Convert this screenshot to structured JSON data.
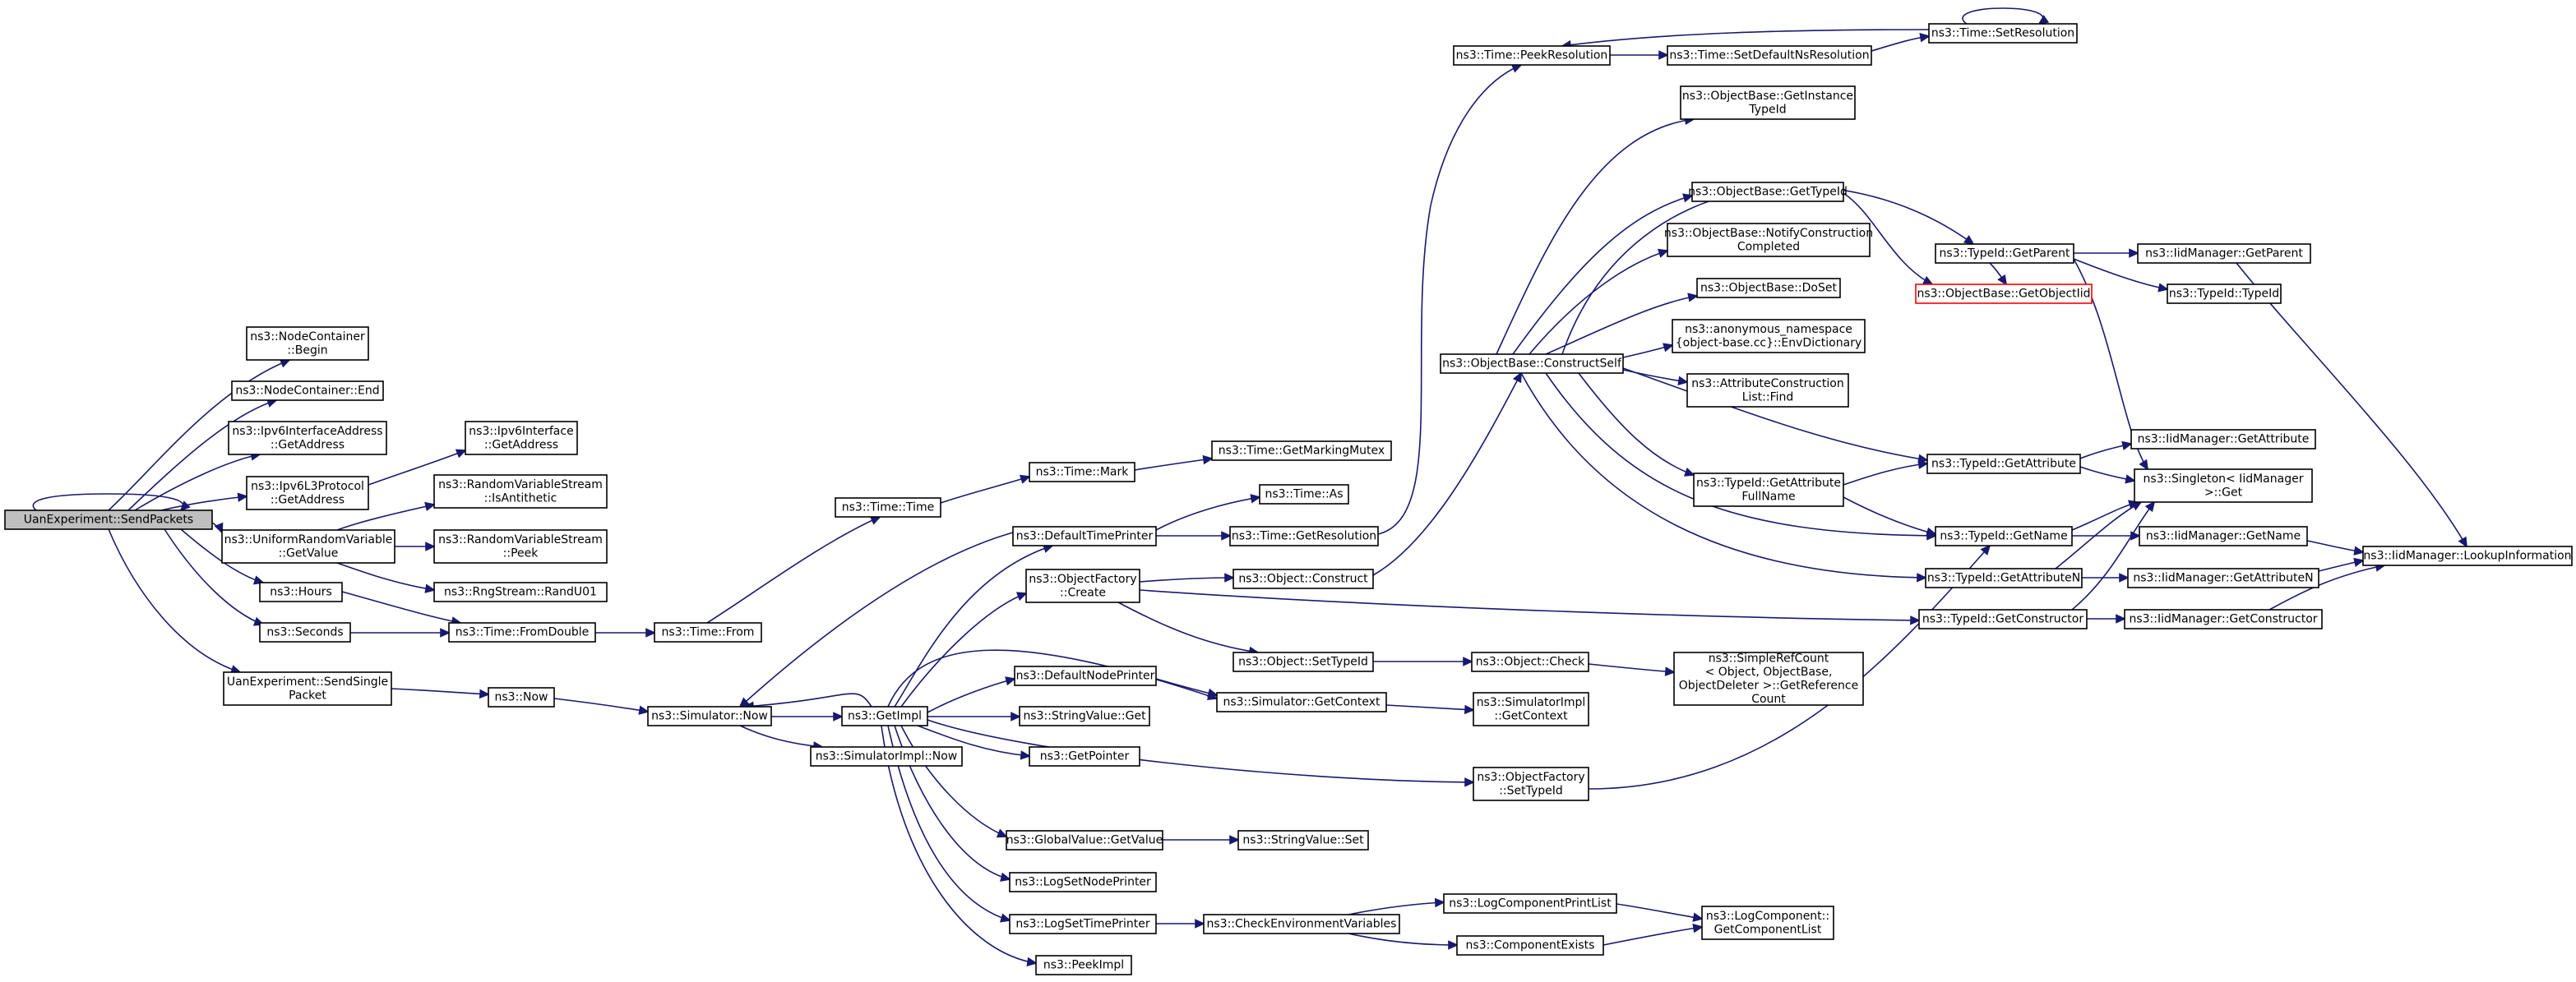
{
  "colors": {
    "edge": "#191970",
    "root_fill": "#bfbfbf",
    "missing_doc_border": "#ff0000",
    "node_border": "#000000"
  },
  "nodes": [
    {
      "id": "n0",
      "lines": [
        "UanExperiment::SendPackets"
      ],
      "root": true
    },
    {
      "id": "n1",
      "lines": [
        "ns3::NodeContainer",
        "::Begin"
      ]
    },
    {
      "id": "n2",
      "lines": [
        "ns3::NodeContainer::End"
      ]
    },
    {
      "id": "n3",
      "lines": [
        "ns3::Ipv6InterfaceAddress",
        "::GetAddress"
      ]
    },
    {
      "id": "n4",
      "lines": [
        "ns3::Ipv6L3Protocol",
        "::GetAddress"
      ]
    },
    {
      "id": "n5",
      "lines": [
        "ns3::Ipv6Interface",
        "::GetAddress"
      ]
    },
    {
      "id": "n6",
      "lines": [
        "ns3::UniformRandomVariable",
        "::GetValue"
      ]
    },
    {
      "id": "n7",
      "lines": [
        "ns3::RandomVariableStream",
        "::IsAntithetic"
      ]
    },
    {
      "id": "n8",
      "lines": [
        "ns3::RandomVariableStream",
        "::Peek"
      ]
    },
    {
      "id": "n9",
      "lines": [
        "ns3::RngStream::RandU01"
      ]
    },
    {
      "id": "n10",
      "lines": [
        "ns3::Hours"
      ]
    },
    {
      "id": "n11",
      "lines": [
        "ns3::Seconds"
      ]
    },
    {
      "id": "n12",
      "lines": [
        "ns3::Time::FromDouble"
      ]
    },
    {
      "id": "n13",
      "lines": [
        "ns3::Time::From"
      ]
    },
    {
      "id": "n14",
      "lines": [
        "ns3::Time::Time"
      ]
    },
    {
      "id": "n15",
      "lines": [
        "ns3::Time::Mark"
      ]
    },
    {
      "id": "n16",
      "lines": [
        "ns3::Time::GetMarkingMutex"
      ]
    },
    {
      "id": "n17",
      "lines": [
        "UanExperiment::SendSingle",
        "Packet"
      ]
    },
    {
      "id": "n18",
      "lines": [
        "ns3::Now"
      ]
    },
    {
      "id": "n19",
      "lines": [
        "ns3::Simulator::Now"
      ]
    },
    {
      "id": "n20",
      "lines": [
        "ns3::GetImpl"
      ]
    },
    {
      "id": "n21",
      "lines": [
        "ns3::SimulatorImpl::Now"
      ]
    },
    {
      "id": "n22",
      "lines": [
        "ns3::DefaultTimePrinter"
      ]
    },
    {
      "id": "n23",
      "lines": [
        "ns3::Time::As"
      ]
    },
    {
      "id": "n24",
      "lines": [
        "ns3::Time::GetResolution"
      ]
    },
    {
      "id": "n25",
      "lines": [
        "ns3::Time::PeekResolution"
      ]
    },
    {
      "id": "n26",
      "lines": [
        "ns3::Time::SetDefaultNsResolution"
      ]
    },
    {
      "id": "n27",
      "lines": [
        "ns3::Time::SetResolution"
      ]
    },
    {
      "id": "n28",
      "lines": [
        "ns3::ObjectFactory",
        "::Create"
      ]
    },
    {
      "id": "n29",
      "lines": [
        "ns3::Object::Construct"
      ]
    },
    {
      "id": "n30",
      "lines": [
        "ns3::ObjectBase::ConstructSelf"
      ]
    },
    {
      "id": "n31",
      "lines": [
        "ns3::ObjectBase::GetInstance",
        "TypeId"
      ]
    },
    {
      "id": "n32",
      "lines": [
        "ns3::ObjectBase::GetTypeId"
      ]
    },
    {
      "id": "n33",
      "lines": [
        "ns3::ObjectBase::GetObjectIid"
      ],
      "red": true
    },
    {
      "id": "n34",
      "lines": [
        "ns3::ObjectBase::NotifyConstruction",
        "Completed"
      ]
    },
    {
      "id": "n35",
      "lines": [
        "ns3::ObjectBase::DoSet"
      ]
    },
    {
      "id": "n36",
      "lines": [
        "ns3::anonymous_namespace",
        "{object-base.cc}::EnvDictionary"
      ]
    },
    {
      "id": "n37",
      "lines": [
        "ns3::AttributeConstruction",
        "List::Find"
      ]
    },
    {
      "id": "n38",
      "lines": [
        "ns3::TypeId::GetAttribute",
        "FullName"
      ]
    },
    {
      "id": "n39",
      "lines": [
        "ns3::TypeId::GetParent"
      ]
    },
    {
      "id": "n40",
      "lines": [
        "ns3::IidManager::GetParent"
      ]
    },
    {
      "id": "n41",
      "lines": [
        "ns3::TypeId::TypeId"
      ]
    },
    {
      "id": "n42",
      "lines": [
        "ns3::TypeId::GetAttribute"
      ]
    },
    {
      "id": "n43",
      "lines": [
        "ns3::IidManager::GetAttribute"
      ]
    },
    {
      "id": "n44",
      "lines": [
        "ns3::Singleton< IidManager",
        ">::Get"
      ]
    },
    {
      "id": "n45",
      "lines": [
        "ns3::TypeId::GetName"
      ]
    },
    {
      "id": "n46",
      "lines": [
        "ns3::IidManager::GetName"
      ]
    },
    {
      "id": "n47",
      "lines": [
        "ns3::IidManager::LookupInformation"
      ]
    },
    {
      "id": "n48",
      "lines": [
        "ns3::TypeId::GetAttributeN"
      ]
    },
    {
      "id": "n49",
      "lines": [
        "ns3::IidManager::GetAttributeN"
      ]
    },
    {
      "id": "n50",
      "lines": [
        "ns3::TypeId::GetConstructor"
      ]
    },
    {
      "id": "n51",
      "lines": [
        "ns3::IidManager::GetConstructor"
      ]
    },
    {
      "id": "n52",
      "lines": [
        "ns3::Object::SetTypeId"
      ]
    },
    {
      "id": "n53",
      "lines": [
        "ns3::Object::Check"
      ]
    },
    {
      "id": "n54",
      "lines": [
        "ns3::SimpleRefCount",
        "< Object, ObjectBase,",
        "ObjectDeleter >::GetReference",
        "Count"
      ]
    },
    {
      "id": "n55",
      "lines": [
        "ns3::DefaultNodePrinter"
      ]
    },
    {
      "id": "n56",
      "lines": [
        "ns3::Simulator::GetContext"
      ]
    },
    {
      "id": "n57",
      "lines": [
        "ns3::SimulatorImpl",
        "::GetContext"
      ]
    },
    {
      "id": "n58",
      "lines": [
        "ns3::StringValue::Get"
      ]
    },
    {
      "id": "n59",
      "lines": [
        "ns3::GetPointer"
      ]
    },
    {
      "id": "n60",
      "lines": [
        "ns3::ObjectFactory",
        "::SetTypeId"
      ]
    },
    {
      "id": "n61",
      "lines": [
        "ns3::GlobalValue::GetValue"
      ]
    },
    {
      "id": "n62",
      "lines": [
        "ns3::StringValue::Set"
      ]
    },
    {
      "id": "n63",
      "lines": [
        "ns3::LogSetNodePrinter"
      ]
    },
    {
      "id": "n64",
      "lines": [
        "ns3::LogSetTimePrinter"
      ]
    },
    {
      "id": "n65",
      "lines": [
        "ns3::CheckEnvironmentVariables"
      ]
    },
    {
      "id": "n66",
      "lines": [
        "ns3::LogComponentPrintList"
      ]
    },
    {
      "id": "n67",
      "lines": [
        "ns3::ComponentExists"
      ]
    },
    {
      "id": "n68",
      "lines": [
        "ns3::LogComponent::",
        "GetComponentList"
      ]
    },
    {
      "id": "n69",
      "lines": [
        "ns3::PeekImpl"
      ]
    }
  ]
}
